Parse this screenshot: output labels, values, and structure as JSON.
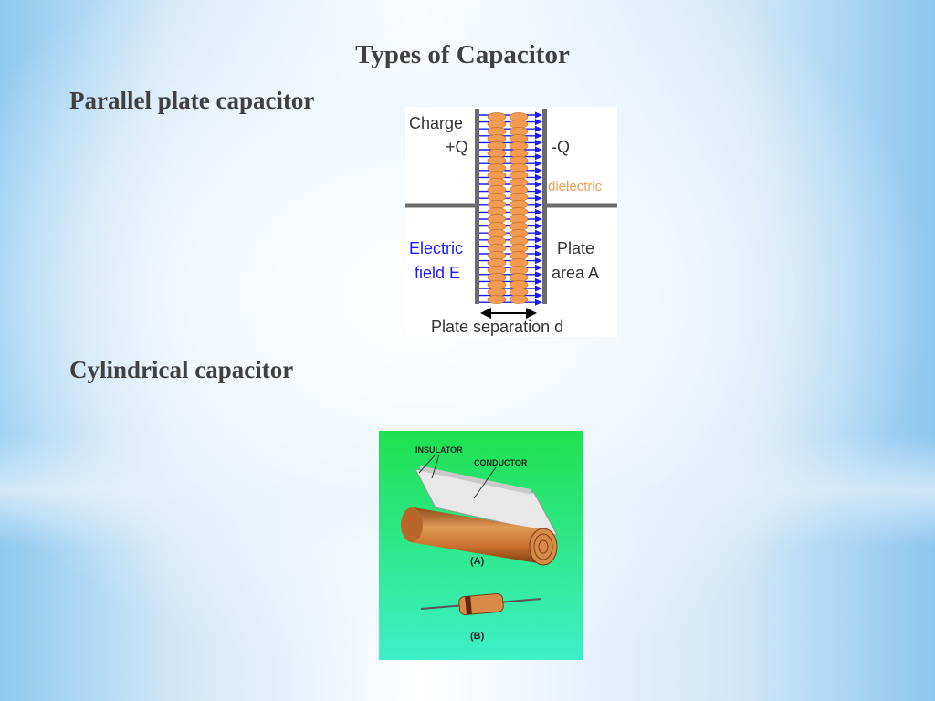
{
  "slide": {
    "title": "Types of Capacitor",
    "section1": "Parallel plate capacitor",
    "section2": "Cylindrical capacitor"
  },
  "parallel_plate_figure": {
    "charge_label": "Charge",
    "plus_q": "+Q",
    "minus_q": "-Q",
    "dielectric": "dielectric",
    "electric": "Electric",
    "field_e": "field E",
    "plate": "Plate",
    "area_a": "area A",
    "separation": "Plate separation d",
    "colors": {
      "field": "#1a1aff",
      "dielectric": "#f39b53",
      "plate": "#6b6b6b"
    }
  },
  "cylindrical_figure": {
    "insulator": "INSULATOR",
    "conductor": "CONDUCTOR",
    "label_a": "(A)",
    "label_b": "(B)",
    "colors": {
      "bg_top": "#1ee14f",
      "bg_bottom": "#3ef0c8",
      "roll": "#d9843d"
    }
  }
}
